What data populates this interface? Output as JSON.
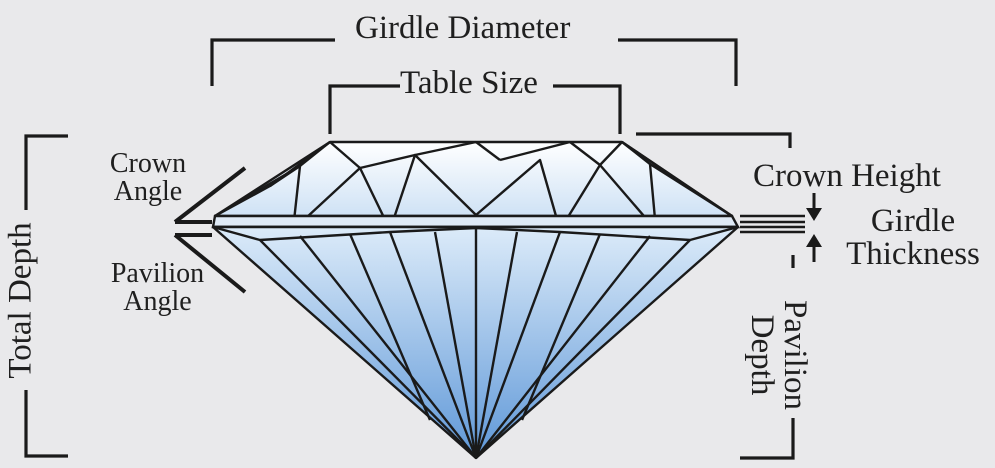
{
  "labels": {
    "girdle_diameter": "Girdle Diameter",
    "table_size": "Table Size",
    "crown_angle_1": "Crown",
    "crown_angle_2": "Angle",
    "pavilion_angle_1": "Pavilion",
    "pavilion_angle_2": "Angle",
    "total_depth": "Total Depth",
    "crown_height": "Crown Height",
    "girdle_thickness_1": "Girdle",
    "girdle_thickness_2": "Thickness",
    "pavilion_depth_1": "Pavilion",
    "pavilion_depth_2": "Depth"
  },
  "colors": {
    "background": "#e9e9eb",
    "line": "#1a1a1a",
    "gem_top": "#ffffff",
    "gem_bottom": "#6fa3dc"
  }
}
